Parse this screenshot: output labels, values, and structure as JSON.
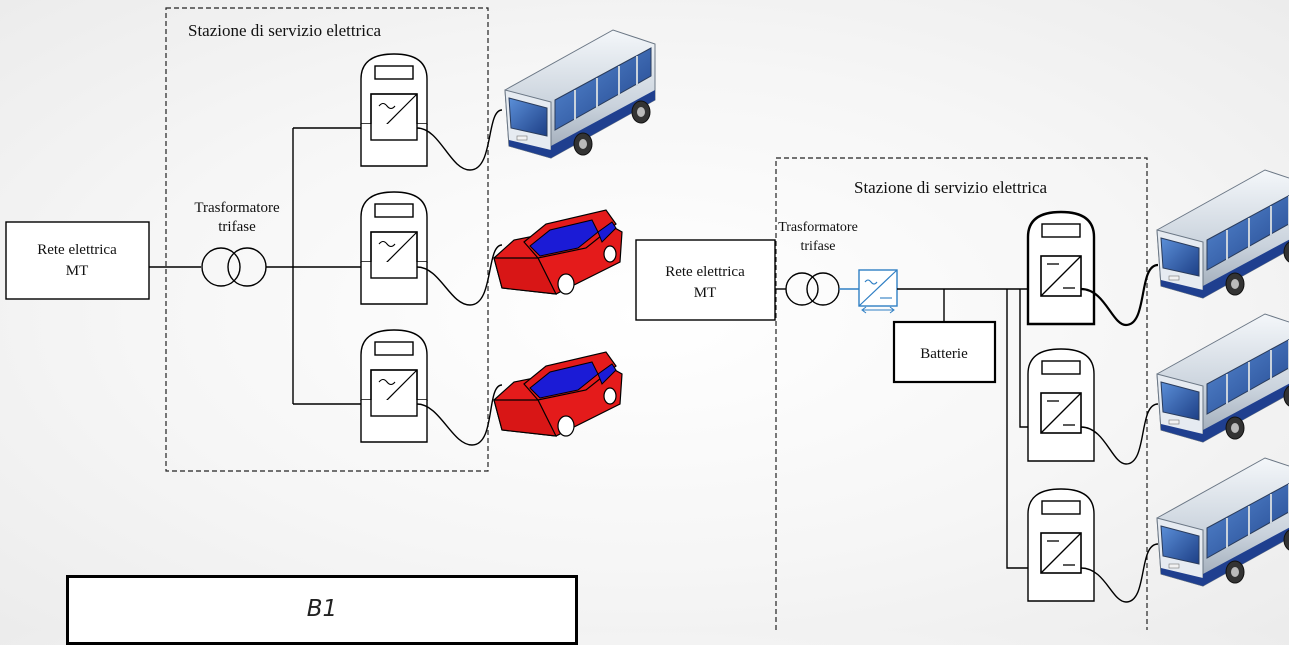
{
  "left_diagram": {
    "station_label": "Stazione di servizio elettrica",
    "grid_label_line1": "Rete elettrica",
    "grid_label_line2": "MT",
    "transformer_line1": "Trasformatore",
    "transformer_line2": "trifase",
    "vehicles": [
      "bus-icon",
      "car-icon",
      "car-icon"
    ]
  },
  "right_diagram": {
    "station_label": "Stazione di servizio elettrica",
    "grid_label_line1": "Rete elettrica",
    "grid_label_line2": "MT",
    "transformer_line1": "Trasformatore",
    "transformer_line2": "trifase",
    "battery_label": "Batterie",
    "vehicles": [
      "bus-icon",
      "bus-icon",
      "bus-icon"
    ]
  },
  "caption_box": {
    "label": "B1"
  },
  "colors": {
    "car_body": "#e41b1b",
    "car_roof": "#1b1bd6",
    "bus_body": "#dfe6ee",
    "bus_stripe": "#1f3f8f",
    "ac_dc_converter": "#2f7fc4"
  }
}
